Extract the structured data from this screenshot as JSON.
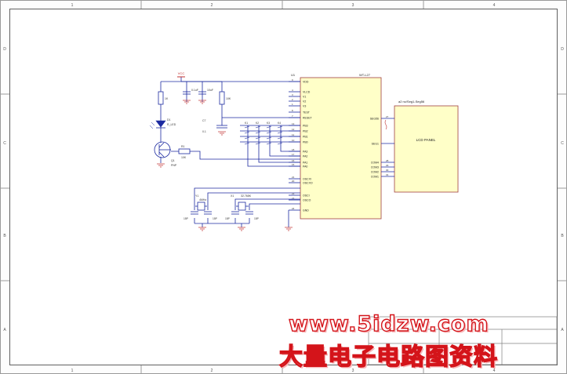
{
  "frame": {
    "col_labels": [
      "1",
      "2",
      "3",
      "4"
    ],
    "row_labels": [
      "D",
      "C",
      "B",
      "A"
    ]
  },
  "power": {
    "vcc_label": "VCC"
  },
  "chip": {
    "ref": "U1",
    "part": "WT-L27",
    "left_pins": [
      {
        "num": "9",
        "name": "VDD"
      },
      {
        "num": "4",
        "name": "VLCD"
      },
      {
        "num": "3",
        "name": "V1"
      },
      {
        "num": "2",
        "name": "V2"
      },
      {
        "num": "1",
        "name": "V3"
      },
      {
        "num": "8",
        "name": "TEST"
      },
      {
        "num": "7",
        "name": "RESET"
      },
      {
        "num": "13",
        "name": "PB3"
      },
      {
        "num": "12",
        "name": "PB2"
      },
      {
        "num": "11",
        "name": "PB1"
      },
      {
        "num": "10",
        "name": "PB0"
      },
      {
        "num": "18",
        "name": "PA3"
      },
      {
        "num": "17",
        "name": "PA2"
      },
      {
        "num": "16",
        "name": "PA1"
      },
      {
        "num": "15",
        "name": "PA0"
      },
      {
        "num": "21",
        "name": "OSCXI"
      },
      {
        "num": "20",
        "name": "OSCXO"
      },
      {
        "num": "23",
        "name": "OSCI"
      },
      {
        "num": "22",
        "name": "OSCO"
      },
      {
        "num": "24",
        "name": "GND"
      }
    ],
    "right_pins": [
      {
        "num": "27",
        "name": "SEG56"
      },
      {
        "num": "",
        "name": "SEG1"
      },
      {
        "num": "28",
        "name": "COM4"
      },
      {
        "num": "29",
        "name": "COM3"
      },
      {
        "num": "30",
        "name": "COM2"
      },
      {
        "num": "31",
        "name": "COM1"
      }
    ]
  },
  "lcd": {
    "title": "a2 nc/Seg1-Seg56",
    "label": "LCD PANEL"
  },
  "components": {
    "c_top1": "0.1uF",
    "c_top2": "10uF",
    "r_top1": "1K",
    "r_top2": "10K",
    "d1_ref": "D1",
    "d1_val": "R_LED",
    "q1_ref": "Q1",
    "q1_val": "PNP",
    "r1_ref": "R1",
    "r1_val": "10K",
    "c7_ref": "C7",
    "c7_val": "0.1",
    "keys": [
      "K1",
      "K2",
      "K3",
      "K4"
    ],
    "y1_ref": "Y1",
    "y1_val": "4MHz",
    "x1_ref": "X1",
    "x1_val": "32.768K",
    "c_xt1": "15P",
    "c_xt2": "15P",
    "c_xt3": "15P",
    "c_xt4": "15P"
  },
  "watermark": {
    "url": "www.5idzw.com",
    "text": "大量电子电路图资料"
  }
}
